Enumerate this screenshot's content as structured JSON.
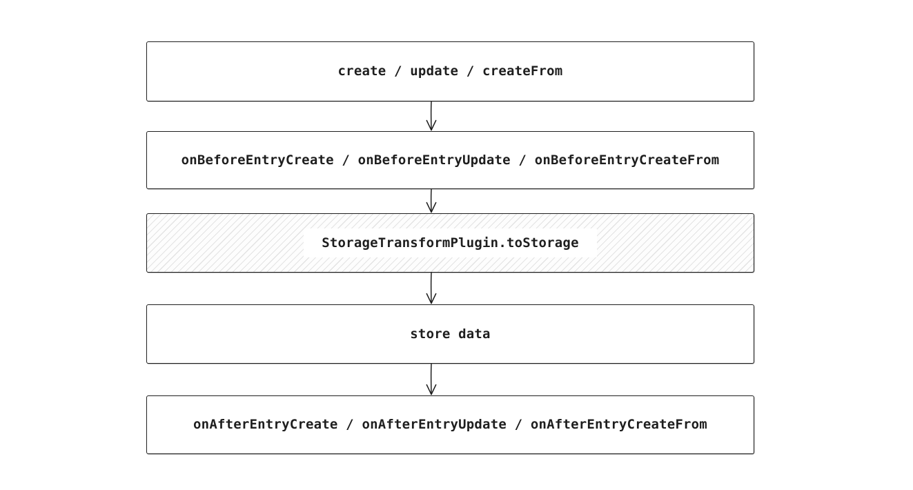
{
  "diagram": {
    "type": "flowchart",
    "direction": "top-down",
    "style": "hand-drawn",
    "nodes": [
      {
        "id": "create-update-createfrom",
        "label": "create / update / createFrom",
        "fill": "solid-white"
      },
      {
        "id": "onbefore-hooks",
        "label": "onBeforeEntryCreate / onBeforeEntryUpdate / onBeforeEntryCreateFrom",
        "fill": "solid-white"
      },
      {
        "id": "storage-transform-tostorage",
        "label": "StorageTransformPlugin.toStorage",
        "fill": "hachure"
      },
      {
        "id": "store-data",
        "label": "store data",
        "fill": "solid-white"
      },
      {
        "id": "onafter-hooks",
        "label": "onAfterEntryCreate / onAfterEntryUpdate / onAfterEntryCreateFrom",
        "fill": "solid-white"
      }
    ],
    "edges": [
      {
        "from": 0,
        "to": 1,
        "arrowhead": "open-v"
      },
      {
        "from": 1,
        "to": 2,
        "arrowhead": "open-v"
      },
      {
        "from": 2,
        "to": 3,
        "arrowhead": "open-v"
      },
      {
        "from": 3,
        "to": 4,
        "arrowhead": "open-v"
      }
    ],
    "colors": {
      "stroke": "#1e1e1e",
      "text": "#1e1e1e",
      "background": "#ffffff",
      "hachure_line": "#e3e3e3"
    }
  }
}
